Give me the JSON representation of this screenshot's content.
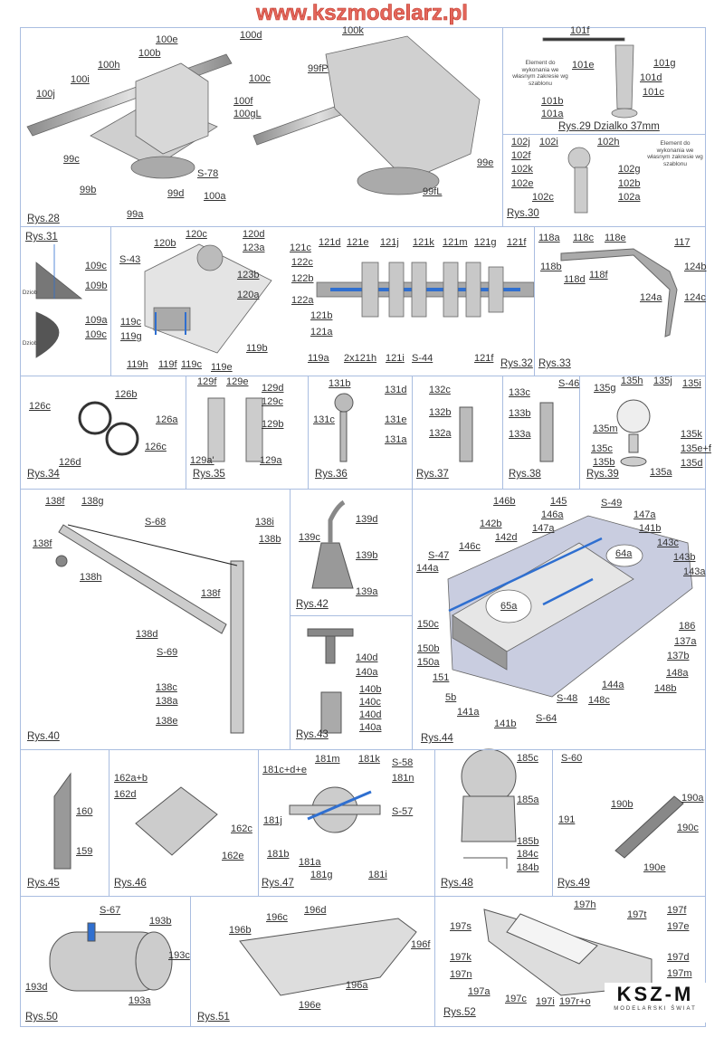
{
  "watermark": "www.kszmodelarz.pl",
  "logo": {
    "mark": "KSZ-M",
    "tagline": "MODELARSKI ŚWIAT"
  },
  "notes": {
    "rys29": "Element do wykonania we własnym zakresie wg szablonu",
    "rys30": "Element do wykonania we własnym zakresie wg szablonu",
    "dziob": "Dziob"
  },
  "accent": "#2f6fd0",
  "panels": {
    "rys28": {
      "title": "Rys.28",
      "labels": [
        "100e",
        "100d",
        "100b",
        "100h",
        "100c",
        "100i",
        "100j",
        "100f",
        "100gL",
        "99c",
        "S-78",
        "99b",
        "99d",
        "100a",
        "99a",
        "100k",
        "99fP",
        "99e",
        "99fL"
      ]
    },
    "rys29": {
      "title": "Rys.29 Dzialko 37mm",
      "labels": [
        "101f",
        "101e",
        "101g",
        "101d",
        "101c",
        "101b",
        "101a"
      ]
    },
    "rys30": {
      "title": "Rys.30",
      "labels": [
        "102j",
        "102i",
        "102h",
        "102f",
        "102k",
        "102e",
        "102g",
        "102b",
        "102c",
        "102a"
      ]
    },
    "rys31": {
      "title": "Rys.31",
      "labels": [
        "109c",
        "109b",
        "109a",
        "109c"
      ]
    },
    "rys32": {
      "title": "Rys.32",
      "labels": [
        "120c",
        "120d",
        "120b",
        "123a",
        "S-43",
        "123b",
        "120a",
        "119c",
        "119g",
        "119b",
        "119h",
        "119f",
        "119c",
        "119e",
        "121c",
        "121d",
        "121e",
        "121j",
        "121k",
        "121m",
        "121g",
        "121f",
        "122c",
        "122b",
        "122a",
        "121b",
        "121a",
        "119a",
        "2x121h",
        "121i",
        "S-44",
        "121f"
      ]
    },
    "rys33": {
      "title": "Rys.33",
      "labels": [
        "118a",
        "118c",
        "118e",
        "117",
        "118b",
        "118f",
        "124b",
        "118d",
        "124a",
        "124c"
      ]
    },
    "rys34": {
      "title": "Rys.34",
      "labels": [
        "126b",
        "126c",
        "126a",
        "126c",
        "126d"
      ]
    },
    "rys35": {
      "title": "Rys.35",
      "labels": [
        "129f",
        "129e",
        "129d",
        "129c",
        "129b",
        "129a'",
        "129a"
      ]
    },
    "rys36": {
      "title": "Rys.36",
      "labels": [
        "131b",
        "131d",
        "131c",
        "131e",
        "131a"
      ]
    },
    "rys37": {
      "title": "Rys.37",
      "labels": [
        "132c",
        "132b",
        "132a"
      ]
    },
    "rys38": {
      "title": "Rys.38",
      "labels": [
        "133c",
        "S-46",
        "133b",
        "133a"
      ]
    },
    "rys39": {
      "title": "Rys.39",
      "labels": [
        "135h",
        "135j",
        "135i",
        "135g",
        "135m",
        "135k",
        "135c",
        "135e+f",
        "135b",
        "135d",
        "135a"
      ]
    },
    "rys40": {
      "title": "Rys.40",
      "labels": [
        "138f",
        "138g",
        "S-68",
        "138i",
        "138b",
        "138f",
        "138h",
        "138f",
        "138d",
        "S-69",
        "138c",
        "138a",
        "138e"
      ]
    },
    "rys42": {
      "title": "Rys.42",
      "labels": [
        "139d",
        "139c",
        "139b",
        "139a"
      ]
    },
    "rys43": {
      "title": "Rys.43",
      "labels": [
        "140d",
        "140a",
        "140b",
        "140c",
        "140d",
        "140a"
      ]
    },
    "rys44": {
      "title": "Rys.44",
      "labels": [
        "146b",
        "145",
        "S-49",
        "146a",
        "147a",
        "142b",
        "147a",
        "141b",
        "142d",
        "143c",
        "146c",
        "S-47",
        "143b",
        "144a",
        "143a",
        "150c",
        "186",
        "150b",
        "137a",
        "150a",
        "137b",
        "151",
        "148a",
        "5b",
        "144a",
        "148b",
        "S-48",
        "148c",
        "141a",
        "S-64",
        "141b",
        "65a",
        "64a"
      ]
    },
    "rys45": {
      "title": "Rys.45",
      "labels": [
        "160",
        "159"
      ]
    },
    "rys46": {
      "title": "Rys.46",
      "labels": [
        "162a+b",
        "162d",
        "162c",
        "162e"
      ]
    },
    "rys47": {
      "title": "Rys.47",
      "labels": [
        "181c+d+e",
        "181m",
        "181k",
        "S-58",
        "181n",
        "S-57",
        "181j",
        "181b",
        "181a",
        "181g",
        "181i"
      ]
    },
    "rys48": {
      "title": "Rys.48",
      "labels": [
        "185c",
        "185a",
        "185b",
        "184c",
        "184b"
      ]
    },
    "rys49": {
      "title": "Rys.49",
      "labels": [
        "S-60",
        "190a",
        "190b",
        "191",
        "190c",
        "190e"
      ]
    },
    "rys50": {
      "title": "Rys.50",
      "labels": [
        "S-67",
        "193b",
        "193c",
        "193d",
        "193a"
      ]
    },
    "rys51": {
      "title": "Rys.51",
      "labels": [
        "196d",
        "196c",
        "196b",
        "196f",
        "196a",
        "196e"
      ]
    },
    "rys52": {
      "title": "Rys.52",
      "labels": [
        "197h",
        "197f",
        "197s",
        "197t",
        "197e",
        "197k",
        "197d",
        "197n",
        "197m",
        "197a",
        "197c",
        "197i",
        "197r+o"
      ]
    }
  }
}
